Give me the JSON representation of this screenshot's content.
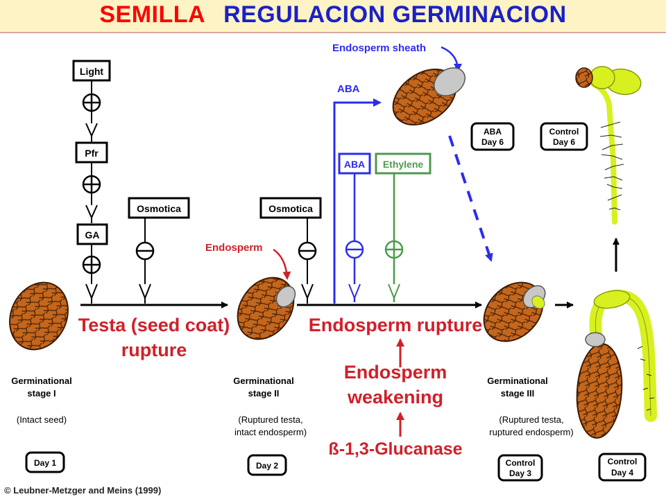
{
  "title": {
    "part1": "SEMILLA",
    "part2": "REGULACION GERMINACION"
  },
  "colors": {
    "red": "#d0202a",
    "blue": "#2c2cf0",
    "green": "#4c9a4c",
    "black": "#000000",
    "seed": "#c4661c",
    "seedling": "#d8f020"
  },
  "left_chain": {
    "light": "Light",
    "pfr": "Pfr",
    "ga": "GA"
  },
  "osmotica_1": "Osmotica",
  "osmotica_2": "Osmotica",
  "endosperm_label": "Endosperm",
  "endosperm_sheath_label": "Endosperm sheath",
  "aba_top": "ABA",
  "aba_box": "ABA",
  "ethylene_box": "Ethylene",
  "testa_rupture": {
    "line1": "Testa (seed coat)",
    "line2": "rupture"
  },
  "endosperm_rupture": "Endosperm rupture",
  "endosperm_weakening": {
    "line1": "Endosperm",
    "line2": "weakening"
  },
  "glucanase": "ß-1,3-Glucanase",
  "stage1": {
    "line1": "Germinational",
    "line2": "stage I",
    "desc1": "(Intact seed)"
  },
  "stage2": {
    "line1": "Germinational",
    "line2": "stage II",
    "desc1": "(Ruptured testa,",
    "desc2": "intact endosperm)"
  },
  "stage3": {
    "line1": "Germinational",
    "line2": "stage III",
    "desc1": "(Ruptured testa,",
    "desc2": "ruptured endosperm)"
  },
  "days": {
    "day1": "Day 1",
    "day2": "Day 2",
    "day3": {
      "line1": "Control",
      "line2": "Day 3"
    },
    "day4": {
      "line1": "Control",
      "line2": "Day 4"
    },
    "aba_day6": {
      "line1": "ABA",
      "line2": "Day 6"
    },
    "control_day6": {
      "line1": "Control",
      "line2": "Day 6"
    }
  },
  "copyright": "© Leubner-Metzger and Meins (1999)"
}
